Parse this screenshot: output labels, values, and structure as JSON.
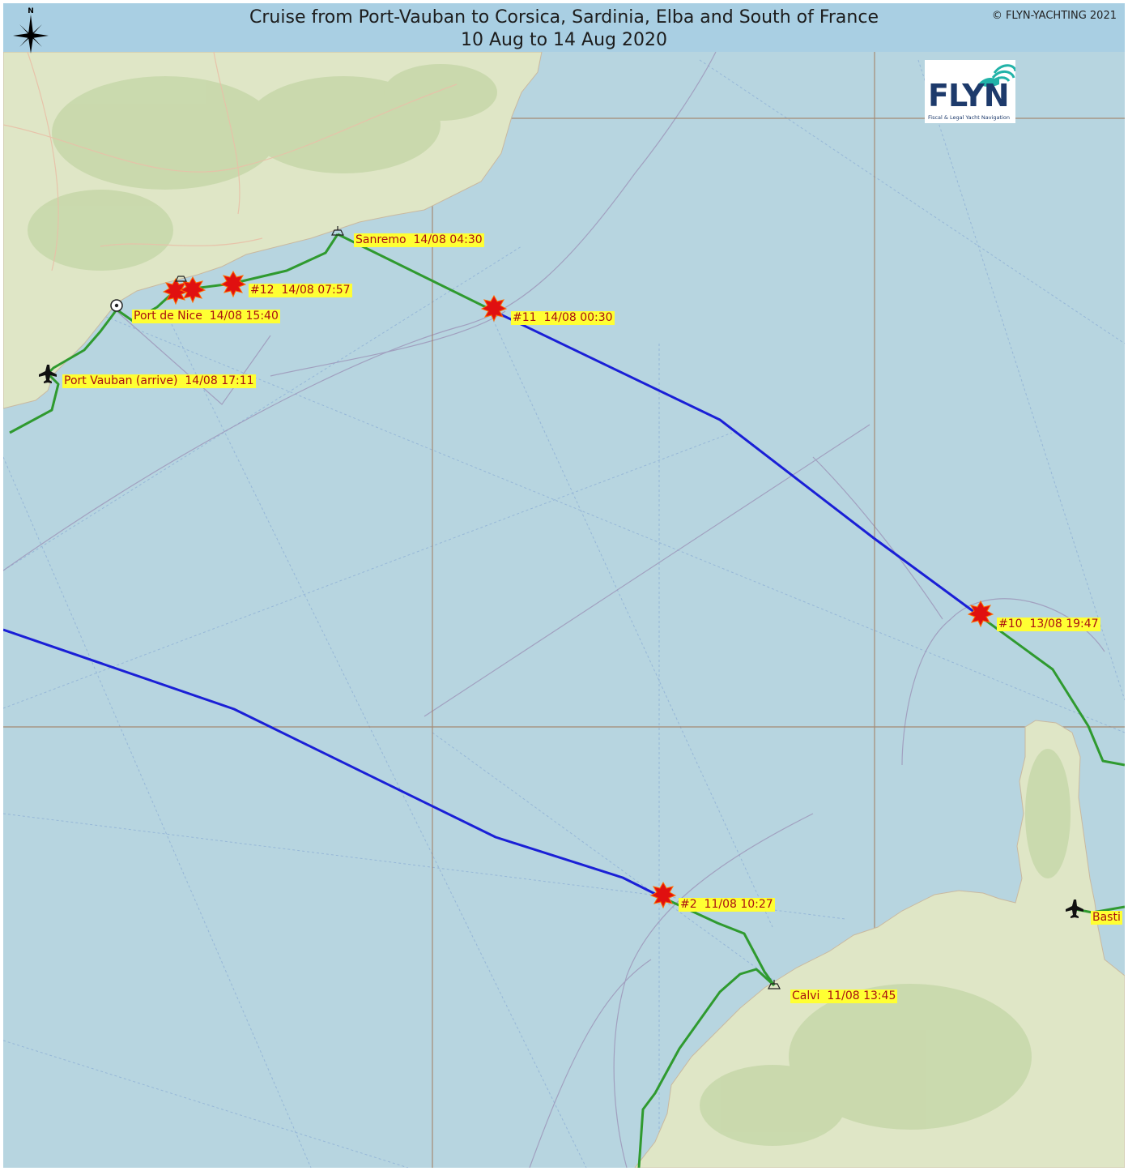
{
  "header": {
    "title_line1": "Cruise from Port-Vauban to Corsica, Sardinia, Elba and South of France",
    "title_line2": "10 Aug to 14 Aug 2020",
    "copyright": "© FLYN-YACHTING 2021"
  },
  "compass": {
    "north_label": "N"
  },
  "logo": {
    "text": "FLYN",
    "subtitle": "Fiscal & Legal Yacht Navigation"
  },
  "waypoints": [
    {
      "id": "sanremo",
      "label": "Sanremo  14/08 04:30",
      "icon": "harbour-icon"
    },
    {
      "id": "wp12",
      "label": "#12  14/08 07:57",
      "icon": "alert-burst-icon"
    },
    {
      "id": "port-de-nice",
      "label": "Port de Nice  14/08 15:40",
      "icon": "circle-dot-icon"
    },
    {
      "id": "wp11",
      "label": "#11  14/08 00:30",
      "icon": "alert-burst-icon"
    },
    {
      "id": "port-vauban",
      "label": "Port Vauban (arrive)  14/08 17:11",
      "icon": "airport-icon"
    },
    {
      "id": "wp10",
      "label": "#10  13/08 19:47",
      "icon": "alert-burst-icon"
    },
    {
      "id": "wp2",
      "label": "#2  11/08 10:27",
      "icon": "alert-burst-icon"
    },
    {
      "id": "calvi",
      "label": "Calvi  11/08 13:45",
      "icon": "harbour-icon"
    },
    {
      "id": "bastia",
      "label": "Basti",
      "icon": "airport-icon"
    }
  ],
  "colors": {
    "sea": "#b7d5e0",
    "land": "#dfe6c6",
    "coastal_leg": "#2f9a2f",
    "offshore_leg": "#1a1fd6",
    "alert": "#e01010",
    "label_bg": "#ffff33",
    "label_text": "#a11111",
    "grid": "#a0785a"
  }
}
